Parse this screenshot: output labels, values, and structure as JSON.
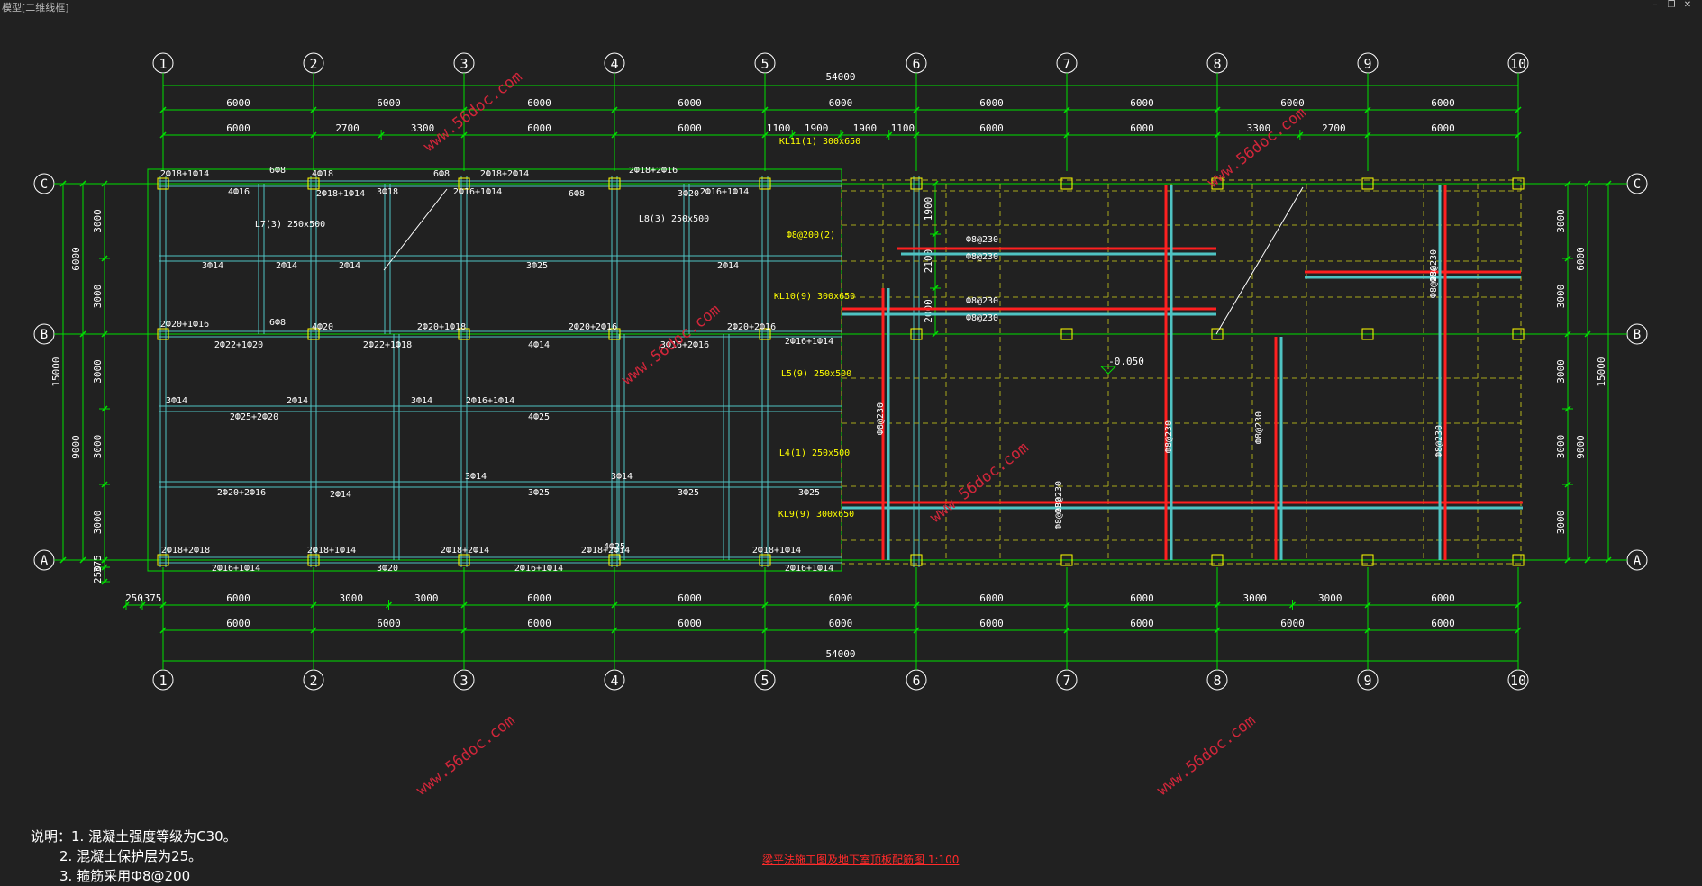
{
  "window": {
    "title": "模型[二维线框]",
    "controls": {
      "minimize_icon": "minimize-icon",
      "maximize_icon": "restore-icon",
      "close_icon": "close-icon"
    }
  },
  "colors": {
    "background": "#212121",
    "dimension": "#00e000",
    "axis": "#ffffff",
    "rebar_label": "#ffff00",
    "beam": "#4fc3c3",
    "rebar_red": "#ff2020",
    "watermark": "#d0263a",
    "title": "#ff2a2a"
  },
  "grid": {
    "columns": [
      "1",
      "2",
      "3",
      "4",
      "5",
      "6",
      "7",
      "8",
      "9",
      "10"
    ],
    "rows": [
      "C",
      "B",
      "A"
    ]
  },
  "dimensions": {
    "overall_length": "54000",
    "top_row_1": [
      "6000",
      "6000",
      "6000",
      "6000",
      "6000",
      "6000",
      "6000",
      "6000",
      "6000"
    ],
    "top_row_2": [
      "6000",
      "2700",
      "3300",
      "6000",
      "6000",
      "1100",
      "1900",
      "1900",
      "1100",
      "6000",
      "6000",
      "3300",
      "2700",
      "6000"
    ],
    "bottom_row_1": [
      "250",
      "375",
      "6000",
      "3000",
      "3000",
      "6000",
      "6000",
      "6000",
      "6000",
      "6000",
      "3000",
      "3000",
      "6000"
    ],
    "bottom_row_2": [
      "6000",
      "6000",
      "6000",
      "6000",
      "6000",
      "6000",
      "6000",
      "6000",
      "6000"
    ],
    "left_outer": "15000",
    "left_middle": [
      "6000",
      "9000"
    ],
    "left_inner": [
      "3000",
      "3000",
      "3000",
      "3000",
      "3000",
      "3000"
    ],
    "left_extra": [
      "375",
      "250"
    ],
    "right_outer": "15000",
    "right_middle": [
      "6000",
      "9000"
    ],
    "right_inner": [
      "3000",
      "3000",
      "3000",
      "3000",
      "3000"
    ],
    "inner_right": [
      "1900",
      "2100",
      "2000"
    ]
  },
  "rebar_labels": [
    "2Ф18+1Ф14",
    "6Ф8",
    "4Ф18",
    "6Ф8",
    "2Ф18+1Ф14",
    "2Ф18+2Ф14",
    "6Ф8",
    "2Ф18+2Ф16",
    "2Ф16+1Ф14",
    "4Ф16",
    "3Ф18",
    "2Ф16+1Ф14",
    "3Ф20",
    "L7(3) 250x500",
    "L8(3) 250x500",
    "3Ф14",
    "2Ф14",
    "3Ф25",
    "2Ф14",
    "2Ф14",
    "2Ф20+1Ф16",
    "6Ф8",
    "4Ф20",
    "2Ф20+1Ф18",
    "2Ф20+2Ф16",
    "2Ф20+2Ф16",
    "2Ф16+1Ф14",
    "2Ф22+1Ф20",
    "2Ф22+1Ф18",
    "4Ф14",
    "3Ф16+2Ф16",
    "3Ф14",
    "2Ф14",
    "2Ф25+2Ф20",
    "3Ф14",
    "4Ф25",
    "2Ф16+1Ф14",
    "2Ф20+2Ф16",
    "2Ф14",
    "3Ф14",
    "3Ф25",
    "3Ф14",
    "3Ф25",
    "3Ф25",
    "2Ф18+2Ф18",
    "2Ф18+1Ф14",
    "2Ф18+2Ф14",
    "2Ф18+2Ф14",
    "2Ф18+1Ф14",
    "2Ф16+1Ф14",
    "2Ф16+1Ф14",
    "2Ф16+1Ф14",
    "3Ф20",
    "4Ф25",
    "KL11(1) 300x650",
    "L5(9) 250x500",
    "L4(1) 250x500",
    "KL9(9) 300x650",
    "KL10(9) 300x650",
    "Ф8@200(2)",
    "Ф8@230",
    "Ф8@230",
    "Ф8@230",
    "Ф8@230",
    "Ф8@230",
    "Ф8@230",
    "Ф8@230",
    "Ф8@230",
    "Ф8@230",
    "Ф8@230",
    "Ф8@230",
    "Ф8@230"
  ],
  "elevation_label": "-0.050",
  "watermark_text": "www.56doc.com",
  "notes": [
    "说明：1. 混凝土强度等级为C30。",
    "2. 混凝土保护层为25。",
    "3. 箍筋采用Ф8@200"
  ],
  "drawing_title": "梁平法施工图及地下室顶板配筋图 1:100"
}
